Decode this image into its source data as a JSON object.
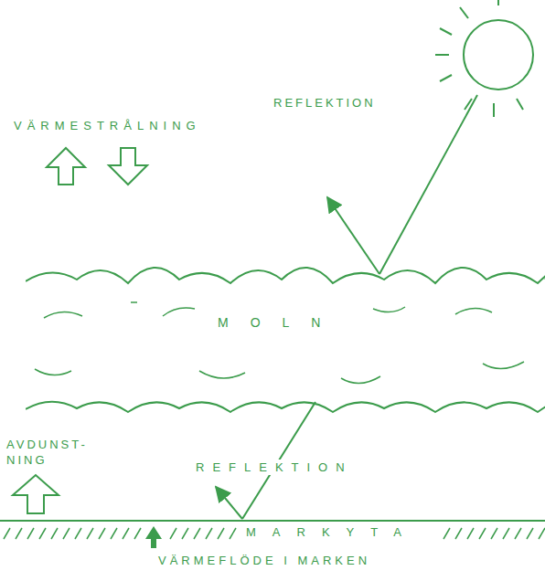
{
  "diagram": {
    "nodes": [
      {
        "text": [
          "MOLN"
        ]
      }
    ],
    "labels": [
      "REFLEKTION",
      "VÄRMESTRÅLNING",
      "AVDUNST- NING",
      "REFLEKTION",
      "MARKYTA",
      "VÄRMEFLÖDE I MARKEN"
    ]
  }
}
